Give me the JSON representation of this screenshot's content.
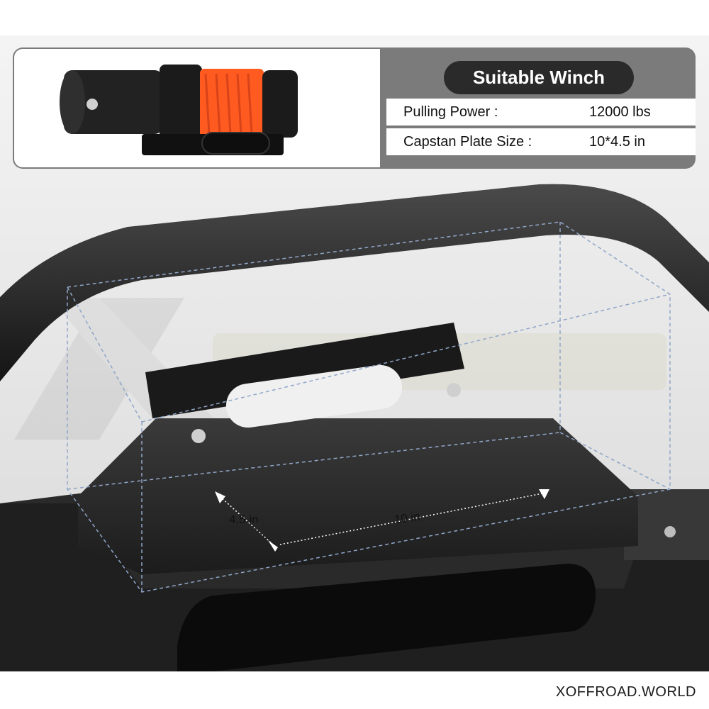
{
  "spec_card": {
    "title": "Suitable Winch",
    "rows": [
      {
        "label": "Pulling Power :",
        "value": "12000 lbs"
      },
      {
        "label": "Capstan Plate Size :",
        "value": "10*4.5 in"
      }
    ]
  },
  "dimensions": {
    "depth_label": "4.5  in",
    "width_label": "10 in"
  },
  "watermark": "XOFFROAD.WORLD",
  "colors": {
    "rope": "#ff5a1f",
    "steel": "#1e1e1e",
    "card_grey": "#7b7b7b",
    "guide_line": "#8fa6c8"
  }
}
